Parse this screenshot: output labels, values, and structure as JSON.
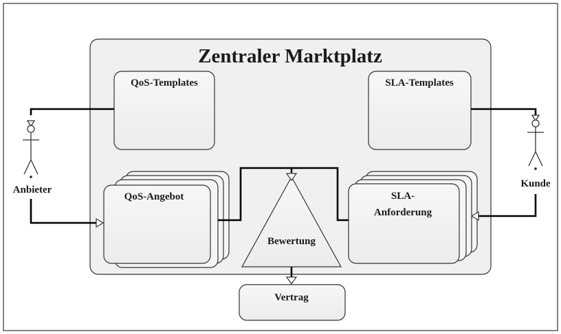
{
  "diagram": {
    "title": "Zentraler Marktplatz",
    "qos_templates": "QoS-Templates",
    "sla_templates": "SLA-Templates",
    "qos_angebot": "QoS-Angebot",
    "sla_anforderung_line1": "SLA-",
    "sla_anforderung_line2": "Anforderung",
    "bewertung": "Bewertung",
    "vertrag": "Vertrag",
    "actor_left": "Anbieter",
    "actor_right": "Kunde"
  },
  "colors": {
    "box_fill": "#f2f2f2",
    "stroke": "#333333",
    "line": "#000000"
  }
}
